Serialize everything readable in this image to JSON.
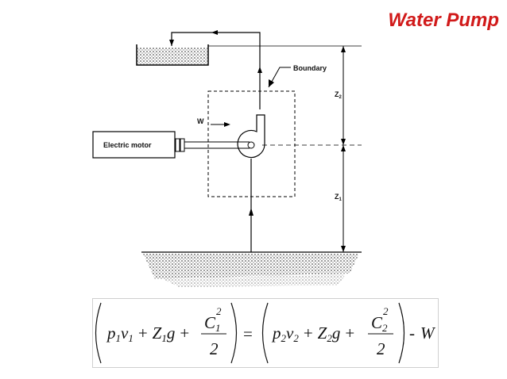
{
  "title": "Water Pump",
  "labels": {
    "boundary": "Boundary",
    "work": "W",
    "motor": "Electric motor",
    "z2": "Z",
    "z2_sub": "2",
    "z1": "Z",
    "z1_sub": "1"
  },
  "equation": {
    "p": "p",
    "v": "v",
    "Z": "Z",
    "g": "g",
    "C": "C",
    "W": "W",
    "sub1": "1",
    "sub2": "2",
    "sq": "2",
    "den": "2",
    "plus": "+",
    "equals": "=",
    "minus": "-"
  }
}
